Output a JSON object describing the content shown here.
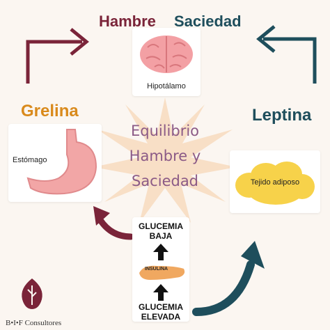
{
  "title": {
    "hambre": "Hambre",
    "saciedad": "Saciedad"
  },
  "hormones": {
    "grelina": "Grelina",
    "leptina": "Leptina"
  },
  "organs": {
    "hipotalamo": "Hipotálamo",
    "estomago": "Estómago",
    "tejido_adiposo": "Tejido adiposo",
    "insulina": "INSULINA"
  },
  "center": {
    "line1": "Equilibrio",
    "line2": "Hambre y",
    "line3": "Saciedad"
  },
  "glucemia": {
    "baja_line1": "GLUCEMIA",
    "baja_line2": "BAJA",
    "elevada_line1": "GLUCEMIA",
    "elevada_line2": "ELEVADA"
  },
  "brand": "B•I•F Consultores",
  "colors": {
    "wine": "#7a2439",
    "teal": "#1e4e5c",
    "orange": "#d98a1c",
    "purple": "#8b5a86",
    "background": "#fbf6f1"
  }
}
